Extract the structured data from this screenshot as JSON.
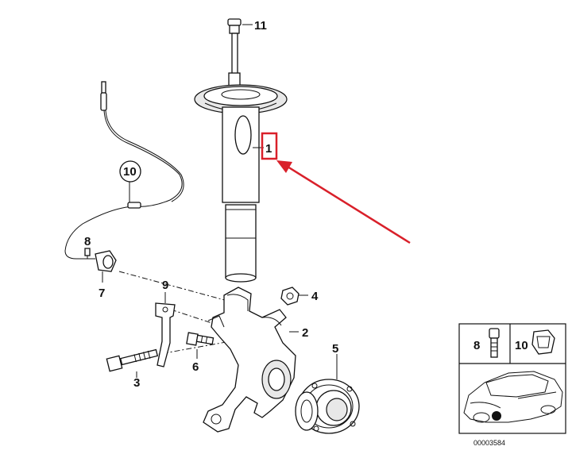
{
  "labels": {
    "p1": "1",
    "p2": "2",
    "p3": "3",
    "p4": "4",
    "p5": "5",
    "p6": "6",
    "p7": "7",
    "p8": "8",
    "p9": "9",
    "p10": "10",
    "p11": "11"
  },
  "inset": {
    "label_8": "8",
    "label_10": "10",
    "code": "00003584"
  },
  "colors": {
    "highlight": "#d9202a",
    "line": "#111111"
  }
}
